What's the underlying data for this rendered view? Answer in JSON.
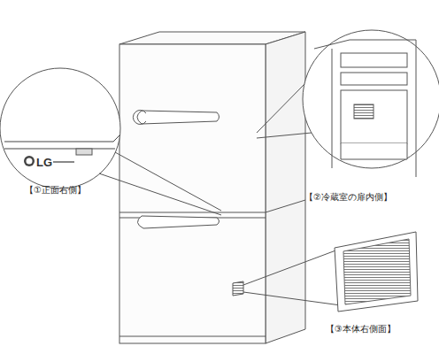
{
  "diagram": {
    "labels": [
      "LG",
      "【①正面右側】",
      "【②冷蔵室の扉内側】",
      "【③本体右側面】"
    ]
  }
}
